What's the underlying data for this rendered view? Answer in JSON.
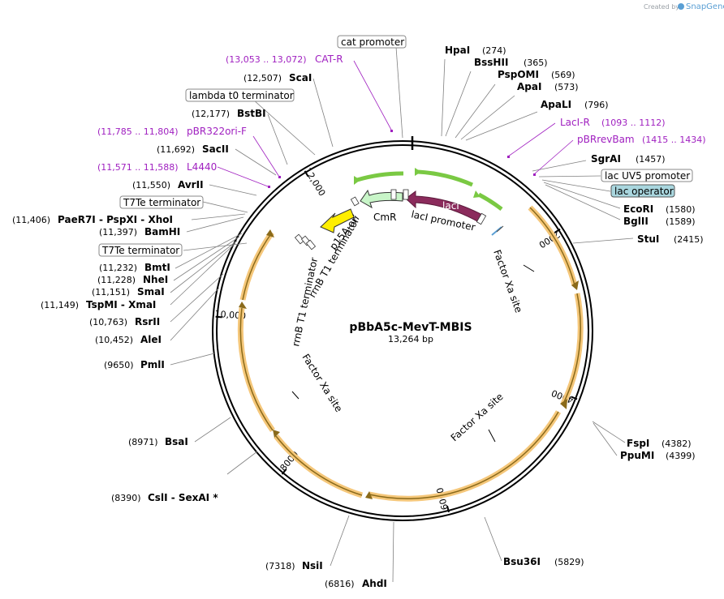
{
  "credit": {
    "text": "Created by",
    "brand": "SnapGene"
  },
  "plasmid": {
    "name": "pBbA5c-MevT-MBIS",
    "size_label": "13,264 bp",
    "length": 13264
  },
  "ticks": [
    {
      "pos": 2000,
      "label": "2000"
    },
    {
      "pos": 4000,
      "label": "4000"
    },
    {
      "pos": 6000,
      "label": "6000"
    },
    {
      "pos": 8000,
      "label": "8000"
    },
    {
      "pos": 10000,
      "label": "10,000"
    },
    {
      "pos": 12000,
      "label": "12,000"
    }
  ],
  "sites_left": [
    {
      "name": "ScaI",
      "pos": "(12,507)",
      "bp": 12507
    },
    {
      "name": "BstBI",
      "pos": "(12,177)",
      "bp": 12177
    },
    {
      "name": "SacII",
      "pos": "(11,692)",
      "bp": 11692
    },
    {
      "name": "AvrII",
      "pos": "(11,550)",
      "bp": 11550
    },
    {
      "name": "PaeR7I  -  PspXI  -  XhoI",
      "pos": "(11,406)",
      "bp": 11406
    },
    {
      "name": "BamHI",
      "pos": "(11,397)",
      "bp": 11397
    },
    {
      "name": "BmtI",
      "pos": "(11,232)",
      "bp": 11232
    },
    {
      "name": "NheI",
      "pos": "(11,228)",
      "bp": 11228
    },
    {
      "name": "SmaI",
      "pos": "(11,151)",
      "bp": 11151
    },
    {
      "name": "TspMI   -  XmaI",
      "pos": "(11,149)",
      "bp": 11149
    },
    {
      "name": "RsrII",
      "pos": "(10,763)",
      "bp": 10763
    },
    {
      "name": "AleI",
      "pos": "(10,452)",
      "bp": 10452
    },
    {
      "name": "PmlI",
      "pos": "(9650)",
      "bp": 9650
    },
    {
      "name": "BsaI",
      "pos": "(8971)",
      "bp": 8971
    },
    {
      "name": "CslI   -  SexAI *",
      "pos": "(8390)",
      "bp": 8390
    },
    {
      "name": "NsiI",
      "pos": "(7318)",
      "bp": 7318
    },
    {
      "name": "AhdI",
      "pos": "(6816)",
      "bp": 6816
    }
  ],
  "sites_right": [
    {
      "name": "HpaI",
      "pos": "(274)",
      "bp": 274
    },
    {
      "name": "BssHII",
      "pos": "(365)",
      "bp": 365
    },
    {
      "name": "PspOMI",
      "pos": "(569)",
      "bp": 569
    },
    {
      "name": "ApaI",
      "pos": "(573)",
      "bp": 573
    },
    {
      "name": "ApaLI",
      "pos": "(796)",
      "bp": 796
    },
    {
      "name": "SgrAI",
      "pos": "(1457)",
      "bp": 1457
    },
    {
      "name": "EcoRI",
      "pos": "(1580)",
      "bp": 1580
    },
    {
      "name": "BglII",
      "pos": "(1589)",
      "bp": 1589
    },
    {
      "name": "StuI",
      "pos": "(2415)",
      "bp": 2415
    },
    {
      "name": "FspI",
      "pos": "(4382)",
      "bp": 4382
    },
    {
      "name": "PpuMI",
      "pos": "(4399)",
      "bp": 4399
    },
    {
      "name": "Bsu36I",
      "pos": "(5829)",
      "bp": 5829
    }
  ],
  "primers": [
    {
      "name": "CAT-R",
      "pos": "(13,053 .. 13,072)"
    },
    {
      "name": "pBR322ori-F",
      "pos": "(11,785 .. 11,804)"
    },
    {
      "name": "L4440",
      "pos": "(11,571 .. 11,588)"
    },
    {
      "name": "LacI-R",
      "pos": "(1093 .. 1112)"
    },
    {
      "name": "pBRrevBam",
      "pos": "(1415 .. 1434)"
    }
  ],
  "boxed_features": [
    {
      "name": "cat promoter"
    },
    {
      "name": "lambda t0 terminator"
    },
    {
      "name": "T7Te terminator"
    },
    {
      "name": "T7Te terminator"
    },
    {
      "name": "lac UV5 promoter"
    },
    {
      "name": "lac operator"
    }
  ],
  "inner_labels": {
    "laci": "lacI",
    "laci_promoter": "lacI promoter",
    "cmr": "CmR",
    "p15a": "p15A ori",
    "rrnb1": "rrnB T1 terminator",
    "rrnb2": "rrnB T1 terminator",
    "factor_xa_1": "Factor Xa site",
    "factor_xa_2": "Factor Xa site",
    "factor_xa_3": "Factor Xa site"
  },
  "colors": {
    "laci": "#8b2b5c",
    "cmr": "#c8f5c8",
    "p15a": "#ffee00",
    "cds_orange": "#f5c77a",
    "green_arrow": "#7ac943",
    "primer": "#a020c0",
    "lac_operator_fill": "#a9d6de"
  }
}
